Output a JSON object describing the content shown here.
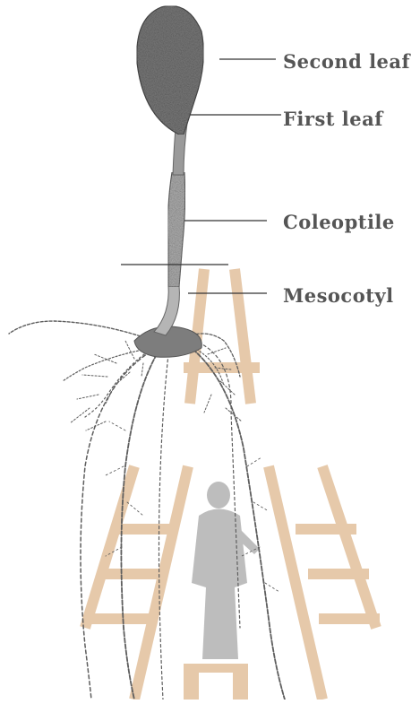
{
  "labels": {
    "second_leaf": "Second leaf",
    "first_leaf": "First leaf",
    "coleoptile": "Coleoptile",
    "mesocotyl": "Mesocotyl"
  },
  "colors": {
    "leaf": "#7a7a7a",
    "stem": "#a8a8a8",
    "root": "#6b6b6b",
    "watermark": "#e2c09c",
    "watermark_figure": "#9a9a9a",
    "label_text": "#555555"
  },
  "icons": {
    "watermark": "university-emblem-watermark"
  }
}
